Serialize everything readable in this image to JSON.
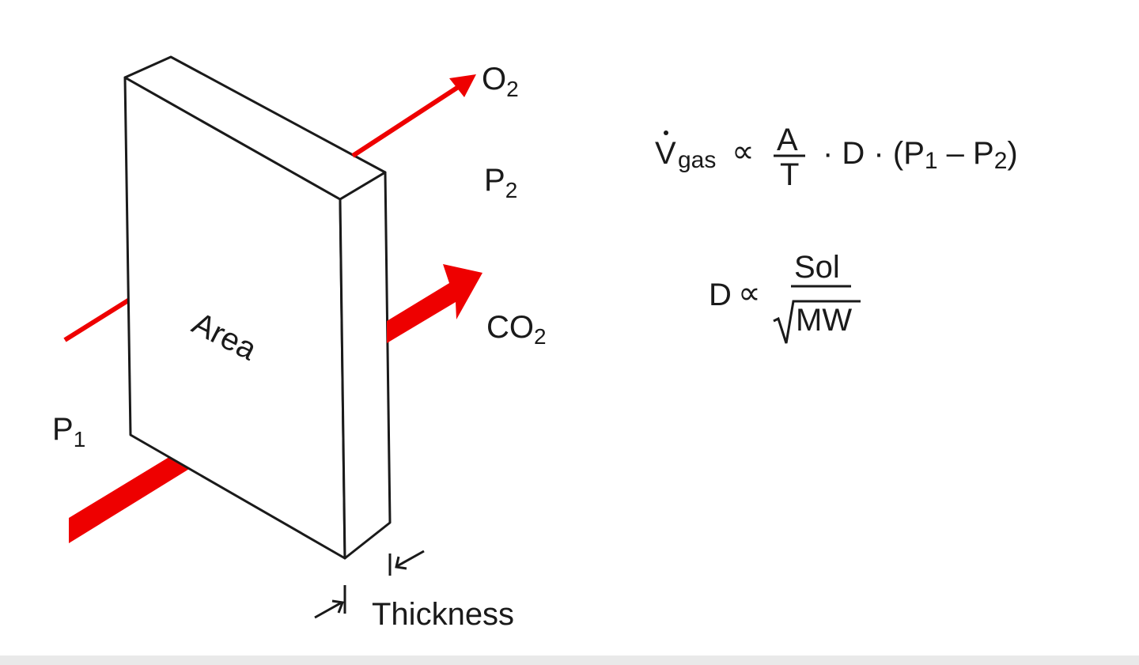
{
  "colors": {
    "arrow": "#ee0000",
    "line": "#1a1a1a",
    "background": "#ffffff"
  },
  "labels": {
    "o2": {
      "main": "O",
      "sub": "2"
    },
    "p2": {
      "main": "P",
      "sub": "2"
    },
    "co2": {
      "main": "CO",
      "sub": "2"
    },
    "p1": {
      "main": "P",
      "sub": "1"
    },
    "area": "Area",
    "thickness": "Thickness"
  },
  "equations": {
    "fick": {
      "v": "V",
      "v_sub": "gas",
      "prop": "∝",
      "num": "A",
      "den": "T",
      "rest_a": "· D · (P",
      "p1_sub": "1",
      "minus": " – P",
      "p2_sub": "2",
      "close": ")"
    },
    "diffusion": {
      "lhs": "D",
      "prop": "∝",
      "num": "Sol",
      "den": "MW"
    }
  }
}
